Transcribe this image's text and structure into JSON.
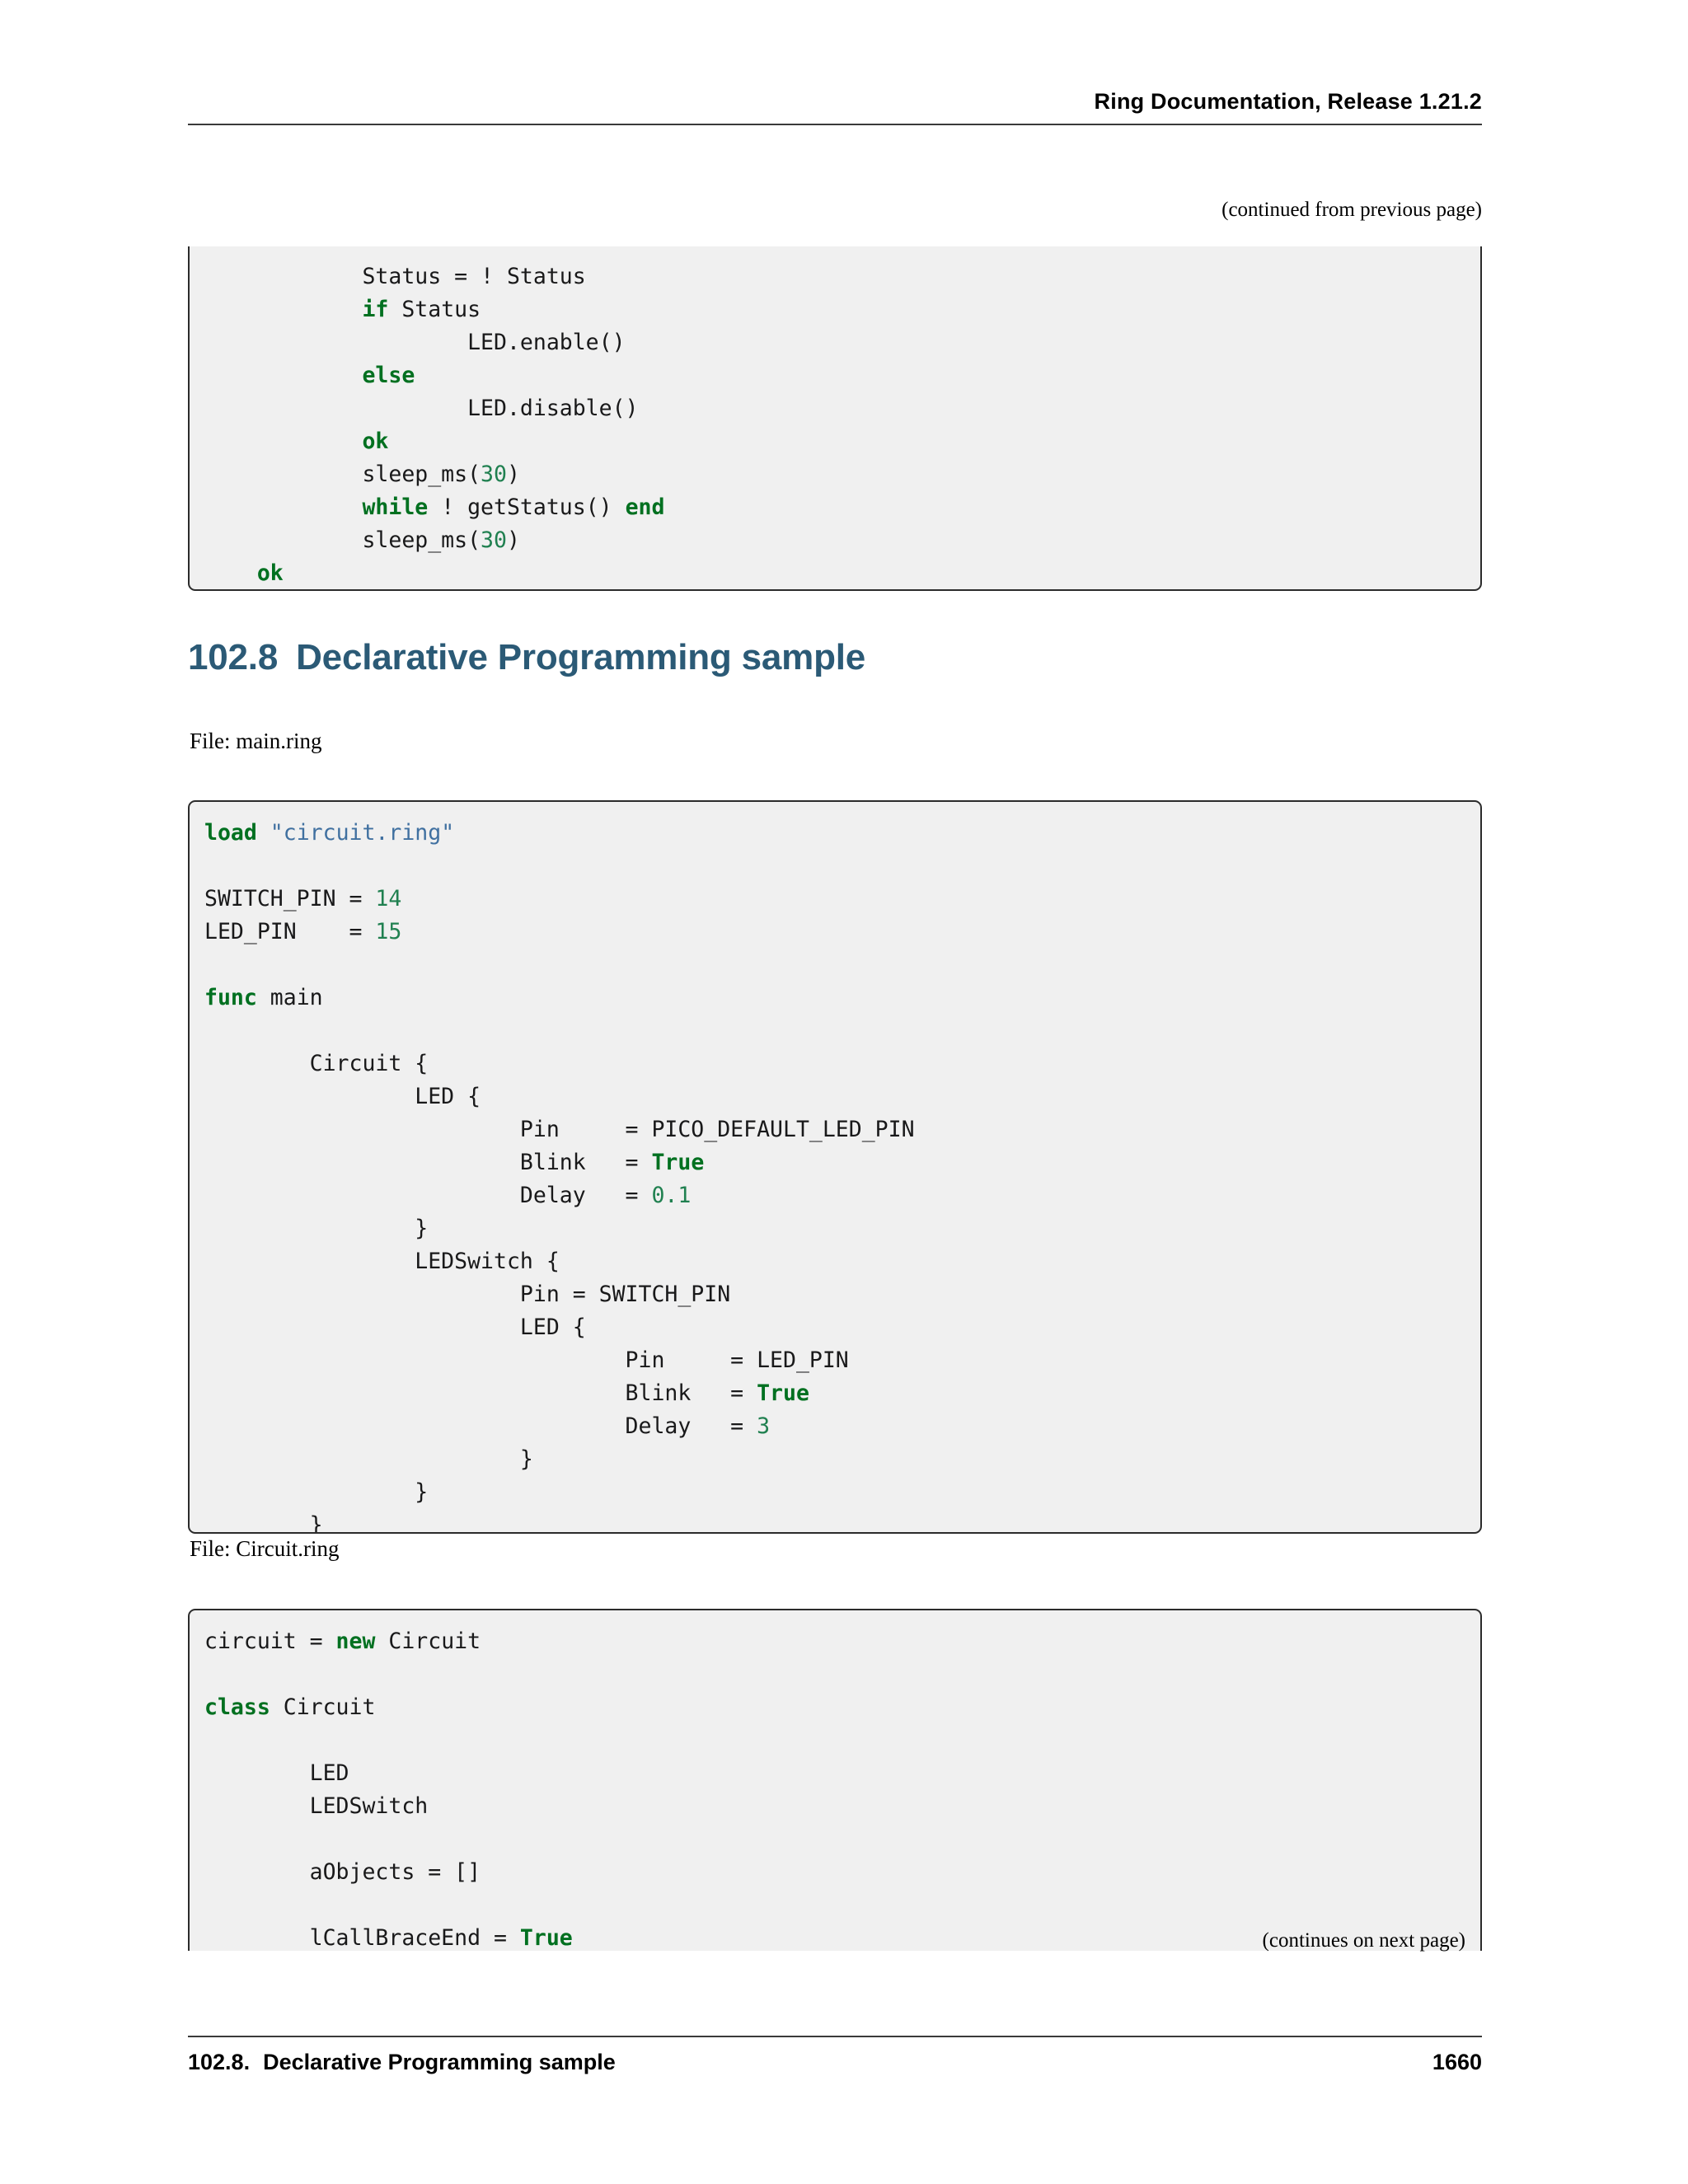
{
  "header": {
    "title": "Ring Documentation, Release 1.21.2"
  },
  "notes": {
    "continued_from_previous": "(continued from previous page)",
    "continues_on_next": "(continues on next page)"
  },
  "section": {
    "number": "102.8",
    "title": "Declarative Programming sample"
  },
  "captions": {
    "file_main": "File: main.ring",
    "file_circuit": "File: Circuit.ring"
  },
  "code_block_1": {
    "lines": [
      [
        {
          "t": "            Status = ! Status",
          "c": "pun"
        }
      ],
      [
        {
          "t": "            ",
          "c": "pun"
        },
        {
          "t": "if",
          "c": "kw"
        },
        {
          "t": " Status",
          "c": "pun"
        }
      ],
      [
        {
          "t": "                    LED.enable()",
          "c": "pun"
        }
      ],
      [
        {
          "t": "            ",
          "c": "pun"
        },
        {
          "t": "else",
          "c": "kw"
        }
      ],
      [
        {
          "t": "                    LED.disable()",
          "c": "pun"
        }
      ],
      [
        {
          "t": "            ",
          "c": "pun"
        },
        {
          "t": "ok",
          "c": "kw"
        }
      ],
      [
        {
          "t": "            sleep_ms(",
          "c": "pun"
        },
        {
          "t": "30",
          "c": "num"
        },
        {
          "t": ")",
          "c": "pun"
        }
      ],
      [
        {
          "t": "            ",
          "c": "pun"
        },
        {
          "t": "while",
          "c": "kw"
        },
        {
          "t": " ! getStatus() ",
          "c": "pun"
        },
        {
          "t": "end",
          "c": "kw"
        }
      ],
      [
        {
          "t": "            sleep_ms(",
          "c": "pun"
        },
        {
          "t": "30",
          "c": "num"
        },
        {
          "t": ")",
          "c": "pun"
        }
      ],
      [
        {
          "t": "    ",
          "c": "pun"
        },
        {
          "t": "ok",
          "c": "kw"
        }
      ]
    ]
  },
  "code_block_2": {
    "lines": [
      [
        {
          "t": "load",
          "c": "kw"
        },
        {
          "t": " ",
          "c": "pun"
        },
        {
          "t": "\"circuit.ring\"",
          "c": "str"
        }
      ],
      [],
      [
        {
          "t": "SWITCH_PIN = ",
          "c": "pun"
        },
        {
          "t": "14",
          "c": "num"
        }
      ],
      [
        {
          "t": "LED_PIN    = ",
          "c": "pun"
        },
        {
          "t": "15",
          "c": "num"
        }
      ],
      [],
      [
        {
          "t": "func",
          "c": "kw"
        },
        {
          "t": " main",
          "c": "pun"
        }
      ],
      [],
      [
        {
          "t": "        Circuit {",
          "c": "pun"
        }
      ],
      [
        {
          "t": "                LED {",
          "c": "pun"
        }
      ],
      [
        {
          "t": "                        Pin     = PICO_DEFAULT_LED_PIN",
          "c": "pun"
        }
      ],
      [
        {
          "t": "                        Blink   = ",
          "c": "pun"
        },
        {
          "t": "True",
          "c": "kw"
        }
      ],
      [
        {
          "t": "                        Delay   = ",
          "c": "pun"
        },
        {
          "t": "0.1",
          "c": "num"
        }
      ],
      [
        {
          "t": "                }",
          "c": "pun"
        }
      ],
      [
        {
          "t": "                LEDSwitch {",
          "c": "pun"
        }
      ],
      [
        {
          "t": "                        Pin = SWITCH_PIN",
          "c": "pun"
        }
      ],
      [
        {
          "t": "                        LED {",
          "c": "pun"
        }
      ],
      [
        {
          "t": "                                Pin     = LED_PIN",
          "c": "pun"
        }
      ],
      [
        {
          "t": "                                Blink   = ",
          "c": "pun"
        },
        {
          "t": "True",
          "c": "kw"
        }
      ],
      [
        {
          "t": "                                Delay   = ",
          "c": "pun"
        },
        {
          "t": "3",
          "c": "num"
        }
      ],
      [
        {
          "t": "                        }",
          "c": "pun"
        }
      ],
      [
        {
          "t": "                }",
          "c": "pun"
        }
      ],
      [
        {
          "t": "        }",
          "c": "pun"
        }
      ]
    ]
  },
  "code_block_3": {
    "lines": [
      [
        {
          "t": "circuit = ",
          "c": "pun"
        },
        {
          "t": "new",
          "c": "kw"
        },
        {
          "t": " Circuit",
          "c": "pun"
        }
      ],
      [],
      [
        {
          "t": "class",
          "c": "kw"
        },
        {
          "t": " Circuit",
          "c": "pun"
        }
      ],
      [],
      [
        {
          "t": "        LED",
          "c": "pun"
        }
      ],
      [
        {
          "t": "        LEDSwitch",
          "c": "pun"
        }
      ],
      [],
      [
        {
          "t": "        aObjects = []",
          "c": "pun"
        }
      ],
      [],
      [
        {
          "t": "        lCallBraceEnd = ",
          "c": "pun"
        },
        {
          "t": "True",
          "c": "kw"
        }
      ]
    ]
  },
  "footer": {
    "section_number": "102.8.",
    "section_title": "Declarative Programming sample",
    "page_number": "1660"
  },
  "colors": {
    "heading": "#2b5a76",
    "keyword": "#007020",
    "number": "#208050",
    "string": "#4070a0",
    "code_bg": "#f0f0f0",
    "code_border": "#2b2b2b"
  }
}
